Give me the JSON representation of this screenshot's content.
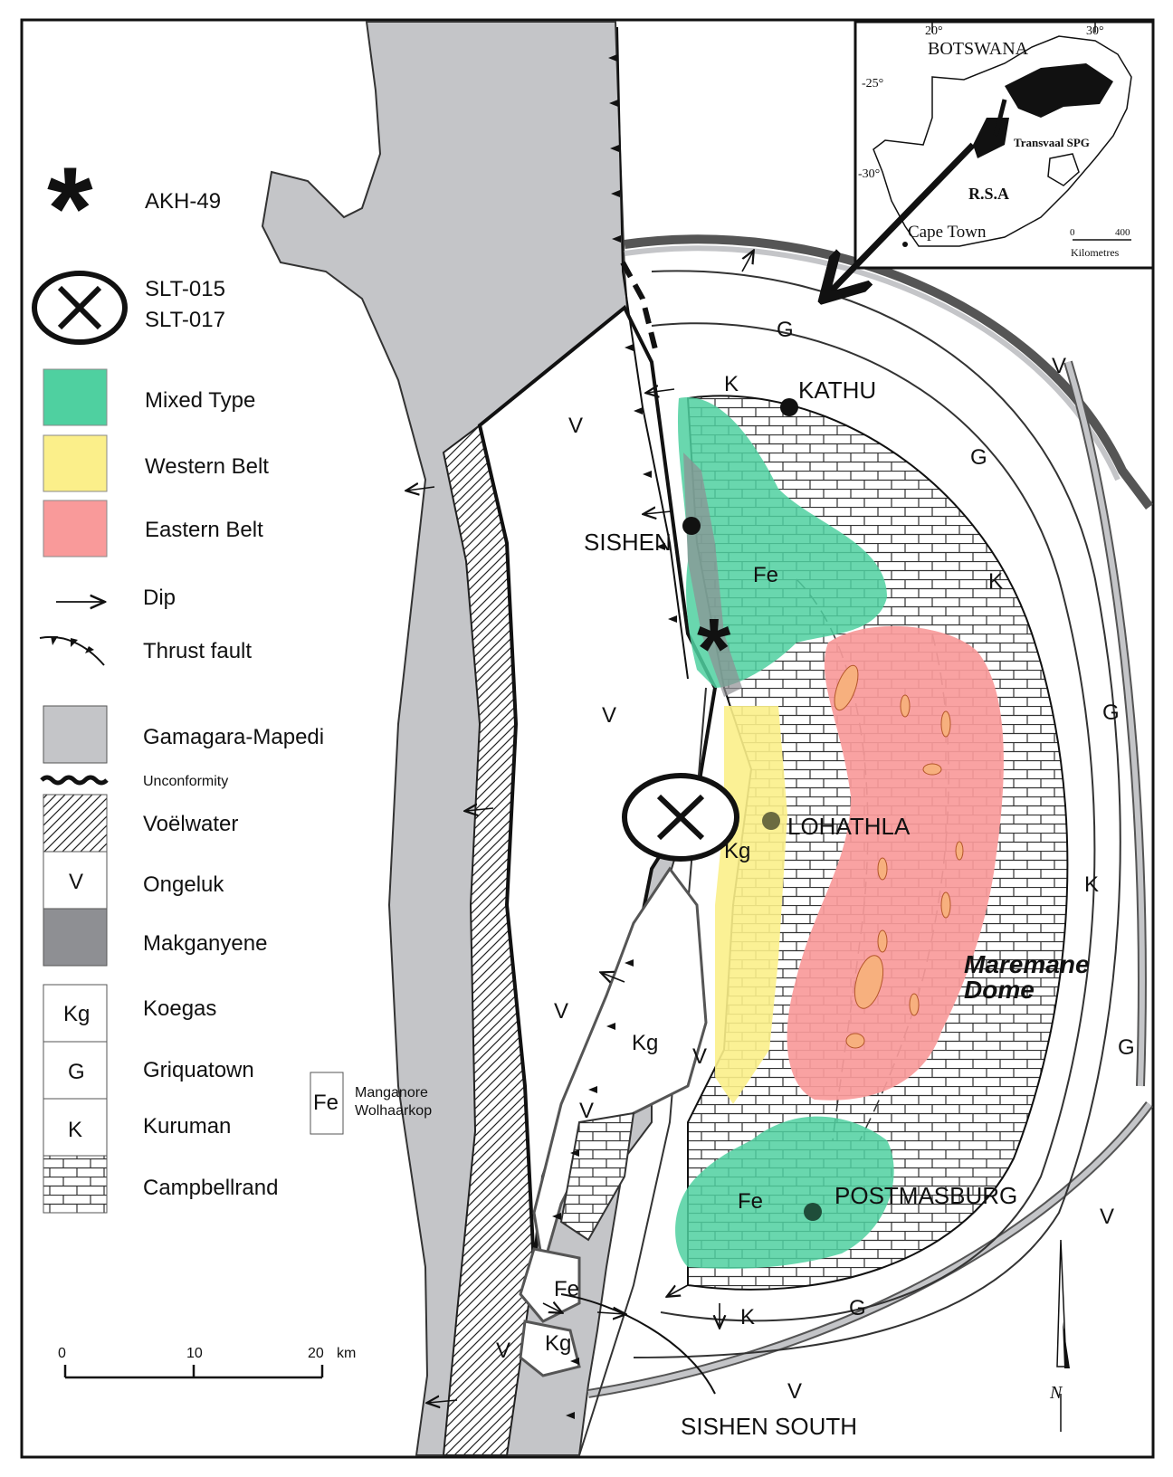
{
  "legend": {
    "akh49": "AKH-49",
    "slt015": "SLT-015",
    "slt017": "SLT-017",
    "mixed_type": "Mixed Type",
    "western_belt": "Western Belt",
    "eastern_belt": "Eastern Belt",
    "dip": "Dip",
    "thrust_fault": "Thrust fault",
    "gamagara": "Gamagara-Mapedi",
    "unconformity": "Unconformity",
    "voelwater": "Voëlwater",
    "ongeluk_code": "V",
    "ongeluk": "Ongeluk",
    "makganyene": "Makganyene",
    "koegas_code": "Kg",
    "koegas": "Koegas",
    "griquatown_code": "G",
    "griquatown": "Griquatown",
    "kuruman_code": "K",
    "kuruman": "Kuruman",
    "campbellrand": "Campbellrand",
    "fe_code": "Fe",
    "manganore": "Manganore",
    "wolhaarkop": "Wolhaarkop"
  },
  "colors": {
    "mixed_type": "#4fd0a0",
    "western_belt": "#fbef8a",
    "eastern_belt": "#f99a9a",
    "gamagara": "#c4c5c8",
    "makganyene": "#8e8f93"
  },
  "towns": {
    "kathu": "KATHU",
    "sishen": "SISHEN",
    "lohathla": "LOHATHLA",
    "postmasburg": "POSTMASBURG",
    "sishen_south": "SISHEN SOUTH"
  },
  "dome": {
    "line1": "Maremane",
    "line2": "Dome"
  },
  "map_labels": {
    "v": "V",
    "g": "G",
    "k": "K",
    "kg": "Kg",
    "fe": "Fe"
  },
  "scale": {
    "t0": "0",
    "t10": "10",
    "t20": "20",
    "unit": "km"
  },
  "north": "N",
  "inset": {
    "lon20": "20°",
    "lon30": "30°",
    "lat25": "-25°",
    "lat30": "-30°",
    "botswana": "BOTSWANA",
    "transvaal": "Transvaal SPG",
    "rsa": "R.S.A",
    "cape_town": "Cape Town",
    "scale0": "0",
    "scale400": "400",
    "unit": "Kilometres"
  }
}
